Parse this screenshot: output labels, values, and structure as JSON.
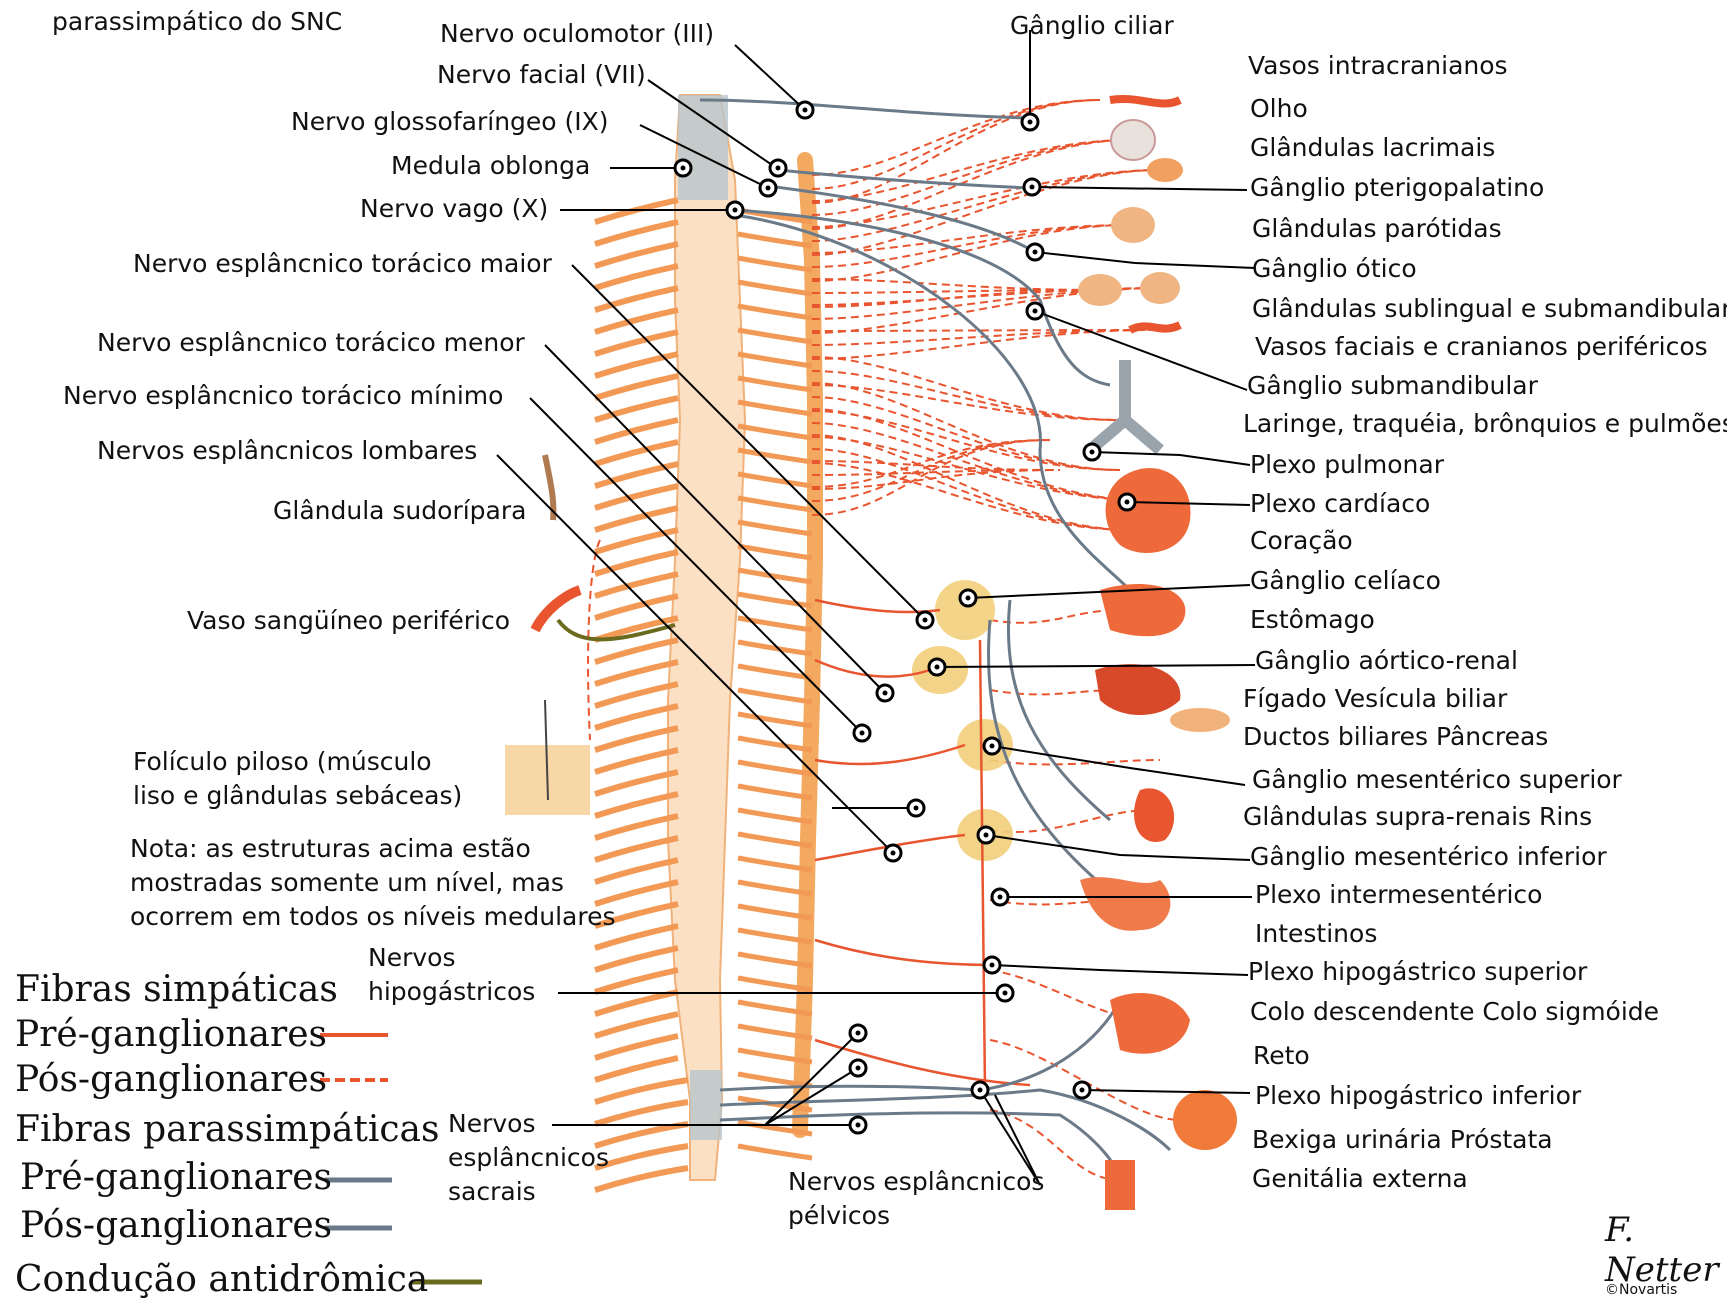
{
  "labels": {
    "top_left": "parassimpático do SNC",
    "oculomotor": "Nervo oculomotor (III)",
    "facial": "Nervo facial (VII)",
    "glosso": "Nervo glossofaríngeo (IX)",
    "medula": "Medula oblonga",
    "vago": "Nervo vago (X)",
    "esp_maior": "Nervo esplâncnico torácico maior",
    "esp_menor": "Nervo esplâncnico torácico menor",
    "esp_minimo": "Nervo esplâncnico torácico mínimo",
    "esp_lombares": "Nervos esplâncnicos lombares",
    "sudoripara": "Glândula sudorípara",
    "vaso": "Vaso sangüíneo periférico",
    "foliculo_1": "Folículo piloso (músculo",
    "foliculo_2": "liso e glândulas sebáceas)",
    "nota_1": "Nota: as estruturas acima estão",
    "nota_2": "mostradas somente um nível, mas",
    "nota_3": "ocorrem em todos os níveis medulares",
    "hipogastricos_1": "Nervos",
    "hipogastricos_2": "hipogástricos",
    "sacrais_1": "Nervos",
    "sacrais_2": "esplâncnicos",
    "sacrais_3": "sacrais",
    "pelvicos_1": "Nervos esplâncnicos",
    "pelvicos_2": "pélvicos",
    "ciliar": "Gânglio ciliar"
  },
  "right_labels": [
    "Vasos intracranianos",
    "Olho",
    "Glândulas lacrimais",
    "Gânglio pterigopalatino",
    "Glândulas parótidas",
    "Gânglio ótico",
    "Glândulas sublingual e submandibular",
    "Vasos faciais e cranianos periféricos",
    "Gânglio submandibular",
    "Laringe, traquéia, brônquios e pulmões",
    "Plexo pulmonar",
    "Plexo cardíaco",
    "Coração",
    "Gânglio celíaco",
    "Estômago",
    "Gânglio aórtico-renal",
    "Fígado   Vesícula biliar",
    "Ductos biliares   Pâncreas",
    "Gânglio mesentérico superior",
    "Glândulas supra-renais   Rins",
    "Gânglio mesentérico inferior",
    "Plexo intermesentérico",
    "Intestinos",
    "Plexo hipogástrico superior",
    "Colo descendente   Colo sigmóide",
    "Reto",
    "Plexo hipogástrico inferior",
    "Bexiga urinária   Próstata",
    "Genitália externa"
  ],
  "legend": {
    "simp_title": "Fibras simpáticas",
    "simp_pre": "Pré-ganglionares",
    "simp_pos": "Pós-ganglionares",
    "para_title": "Fibras parassimpáticas",
    "para_pre": "Pré-ganglionares",
    "para_pos": "Pós-ganglionares",
    "antidromica": "Condução antidrômica"
  },
  "colors": {
    "sympathetic": "#e8552f",
    "parasympathetic": "#6b7a88",
    "antidromic": "#6b6b1f",
    "cord": "#f7c99a",
    "ganglion": "#f2cf7c",
    "organ": "#ef6a3a"
  },
  "signature": {
    "name": "F. Netter",
    "sub": "©Novartis"
  }
}
